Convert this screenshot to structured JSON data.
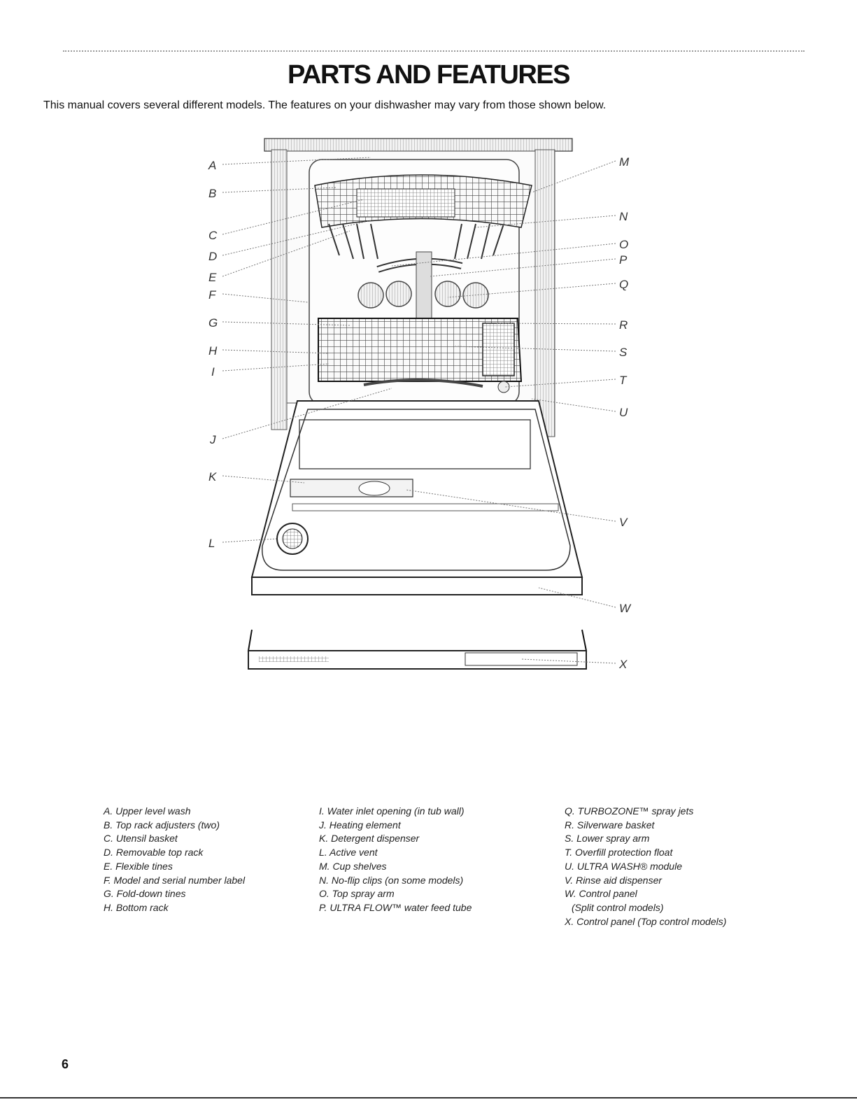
{
  "header": {
    "title": "PARTS AND FEATURES",
    "intro": "This manual covers several different models. The features on your dishwasher may vary from those shown below."
  },
  "diagram": {
    "left_callouts": [
      "A",
      "B",
      "C",
      "D",
      "E",
      "F",
      "G",
      "H",
      "I",
      "J",
      "K",
      "L"
    ],
    "right_callouts": [
      "M",
      "N",
      "O",
      "P",
      "Q",
      "R",
      "S",
      "T",
      "U",
      "V",
      "W",
      "X"
    ]
  },
  "legend": {
    "column1": [
      "A. Upper level wash",
      "B. Top rack adjusters (two)",
      "C. Utensil basket",
      "D. Removable top rack",
      "E. Flexible tines",
      "F. Model and serial number label",
      "G. Fold-down tines",
      "H. Bottom rack"
    ],
    "column2": [
      "I. Water inlet opening (in tub wall)",
      "J. Heating element",
      "K. Detergent dispenser",
      "L. Active vent",
      "M. Cup shelves",
      "N. No-flip clips (on some models)",
      "O. Top spray arm",
      "P. ULTRA FLOW™ water feed tube"
    ],
    "column3": [
      "Q. TURBOZONE™ spray jets",
      "R. Silverware basket",
      "S. Lower spray arm",
      "T. Overfill protection float",
      "U. ULTRA WASH® module",
      "V. Rinse aid dispenser",
      "W. Control panel",
      "(Split control models)",
      "X. Control panel (Top control models)"
    ]
  },
  "footer": {
    "page_number": "6"
  }
}
